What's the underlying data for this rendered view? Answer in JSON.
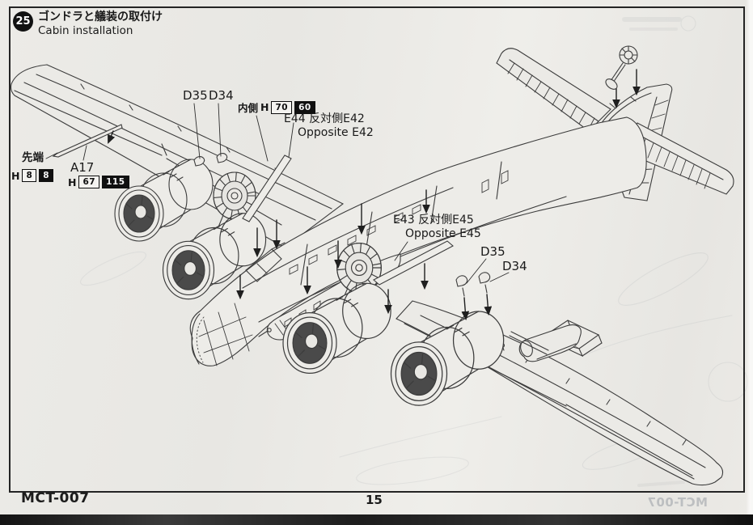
{
  "step": {
    "number": "25",
    "title_ja": "ゴンドラと艤装の取付け",
    "title_en": "Cabin installation"
  },
  "labels": {
    "d35_top": "D35",
    "d34_top": "D34",
    "inner_prefix": "内側",
    "paint_letter": "H",
    "inner_gloss": "70",
    "inner_flat": "60",
    "e44_line1": "E44 反対側E42",
    "e44_line2": "Opposite E42",
    "e43_line1": "E43 反対側E45",
    "e43_line2": "Opposite E45",
    "d35_right": "D35",
    "d34_right": "D34",
    "tip_label": "先端",
    "tip_gloss": "8",
    "tip_flat": "8",
    "a17_label": "A17",
    "a17_gloss": "67",
    "a17_flat": "115"
  },
  "footer": {
    "code": "MCT-007",
    "page": "15"
  }
}
